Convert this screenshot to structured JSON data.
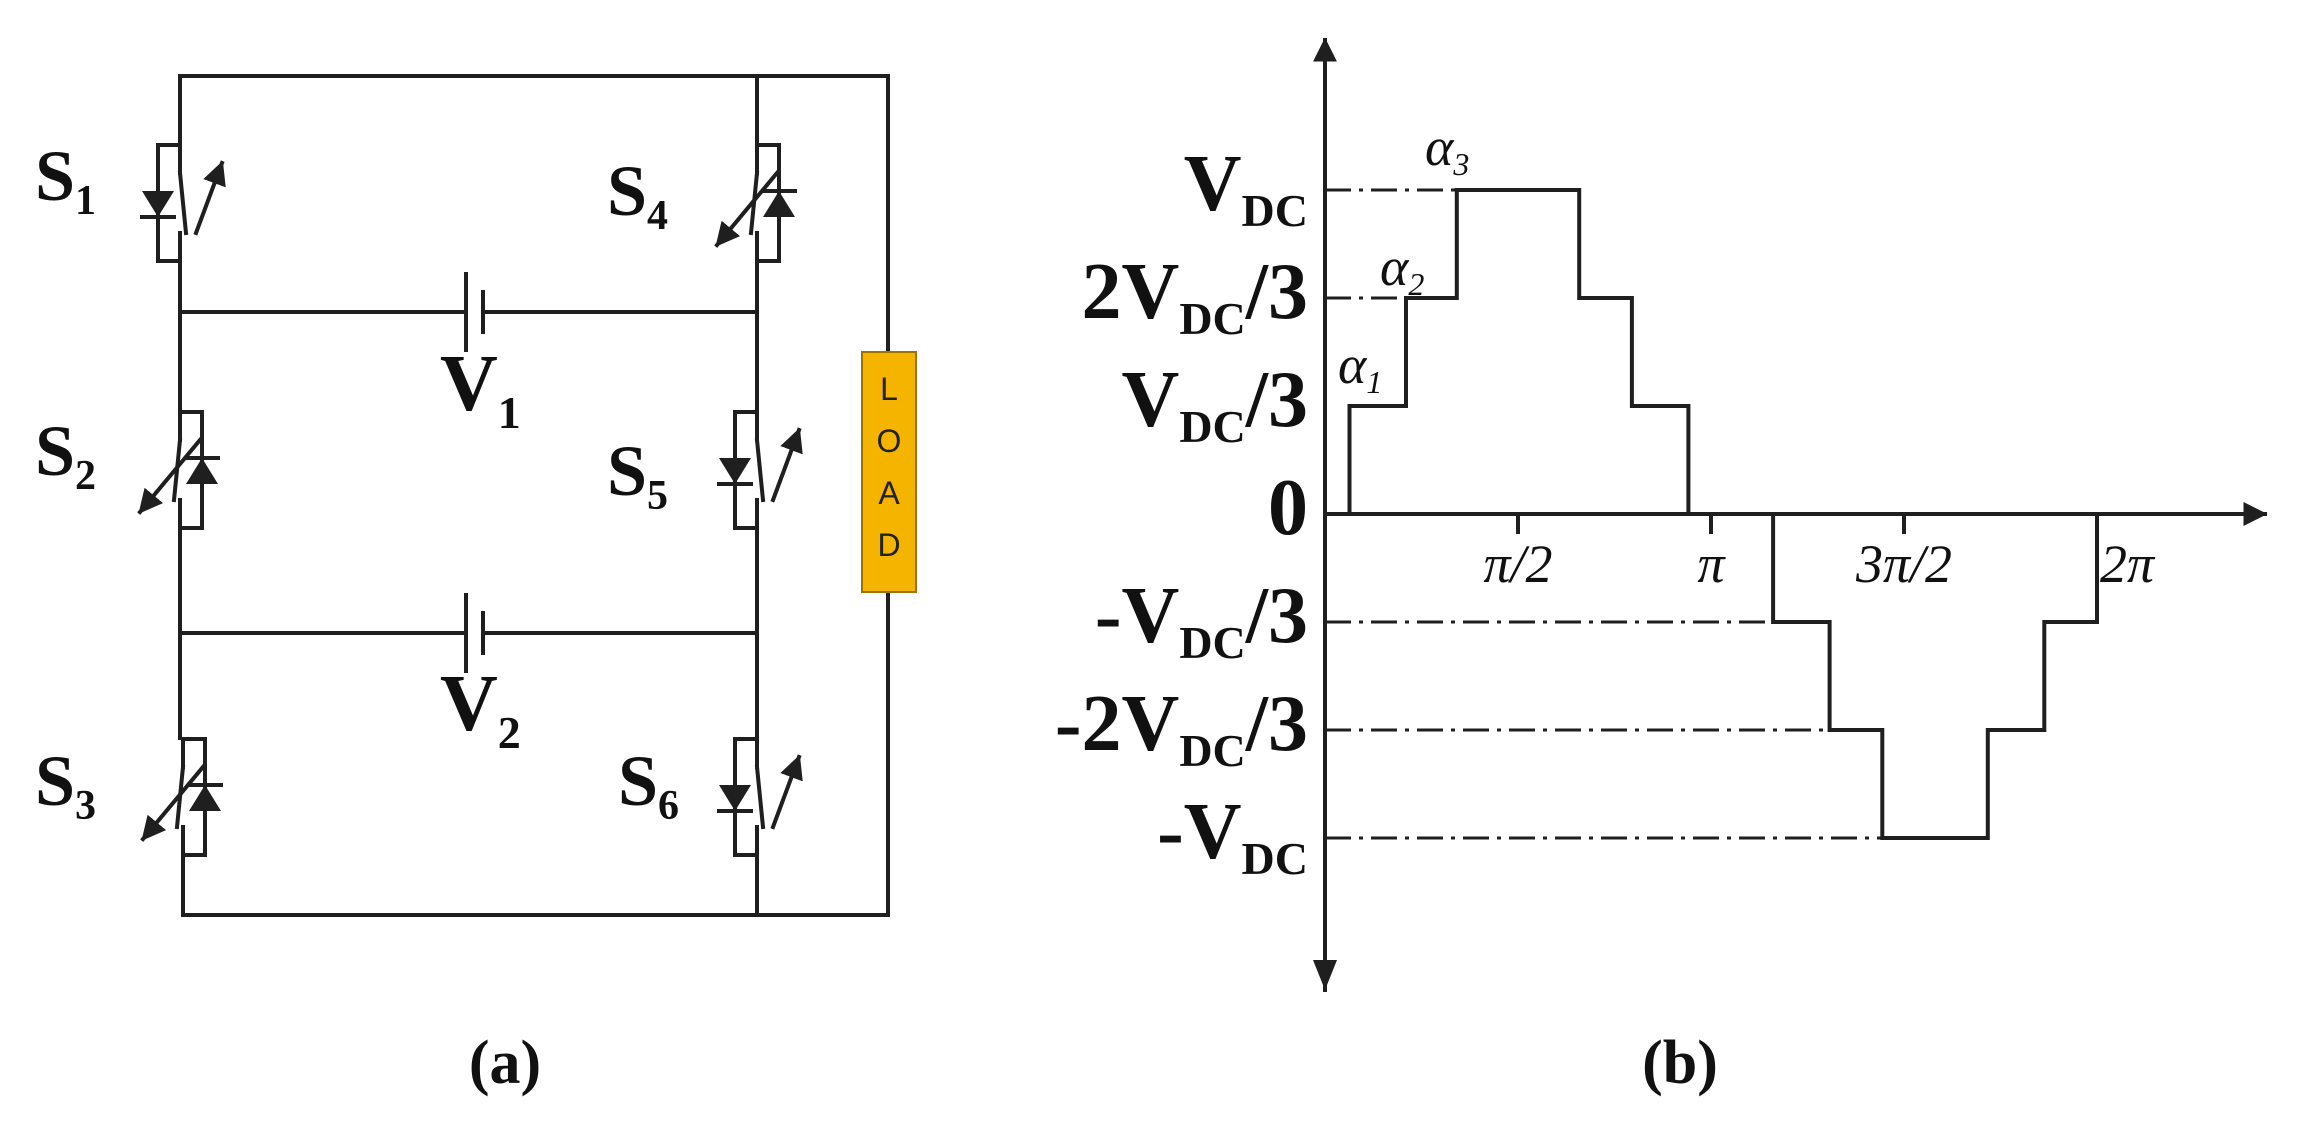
{
  "circuit": {
    "caption": "(a)",
    "switches": [
      {
        "main": "S",
        "sub": "1"
      },
      {
        "main": "S",
        "sub": "2"
      },
      {
        "main": "S",
        "sub": "3"
      },
      {
        "main": "S",
        "sub": "4"
      },
      {
        "main": "S",
        "sub": "5"
      },
      {
        "main": "S",
        "sub": "6"
      }
    ],
    "sources": [
      {
        "main": "V",
        "sub": "1"
      },
      {
        "main": "V",
        "sub": "2"
      }
    ],
    "load": {
      "letters": [
        "L",
        "O",
        "A",
        "D"
      ],
      "color": "#f5b400"
    }
  },
  "waveform": {
    "caption": "(b)",
    "ylabels": [
      {
        "pre": "V",
        "sub": "DC",
        "post": "",
        "value": 1
      },
      {
        "pre": "2V",
        "sub": "DC",
        "post": "/3",
        "value": 0.6667
      },
      {
        "pre": "V",
        "sub": "DC",
        "post": "/3",
        "value": 0.3333
      },
      {
        "pre": "0",
        "sub": "",
        "post": "",
        "value": 0
      },
      {
        "pre": "-V",
        "sub": "DC",
        "post": "/3",
        "value": -0.3333
      },
      {
        "pre": "-2V",
        "sub": "DC",
        "post": "/3",
        "value": -0.6667
      },
      {
        "pre": "-V",
        "sub": "DC",
        "post": "",
        "value": -1
      }
    ],
    "xlabels": [
      {
        "text": "π/2",
        "value": 1.5708
      },
      {
        "text": "π",
        "value": 3.1416
      },
      {
        "text": "3π/2",
        "value": 4.7124
      },
      {
        "text": "2π",
        "value": 6.2832
      }
    ],
    "angles": [
      {
        "main": "α",
        "sub": "1"
      },
      {
        "main": "α",
        "sub": "2"
      },
      {
        "main": "α",
        "sub": "3"
      }
    ]
  }
}
